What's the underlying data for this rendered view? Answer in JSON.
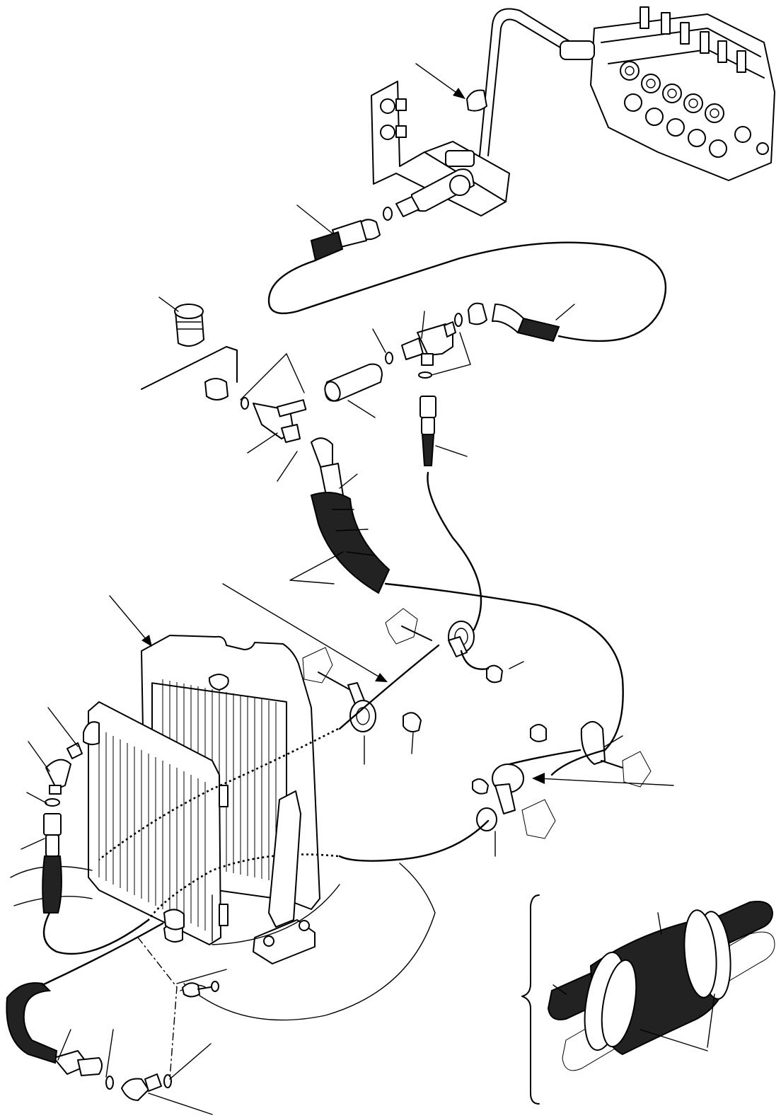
{
  "diagram": {
    "accent_color": "#000000",
    "background_color": "#ffffff",
    "parts": [
      "control-valve-block",
      "valve-mounting-bracket",
      "hydraulic-tank-filler-cap",
      "tee-fitting-left",
      "tee-fitting-right",
      "spacer-sleeve",
      "protective-sleeve",
      "hose-clamps",
      "oil-cooler-front",
      "radiator-rear",
      "elbow-fittings",
      "hose-wrap-detail"
    ]
  }
}
